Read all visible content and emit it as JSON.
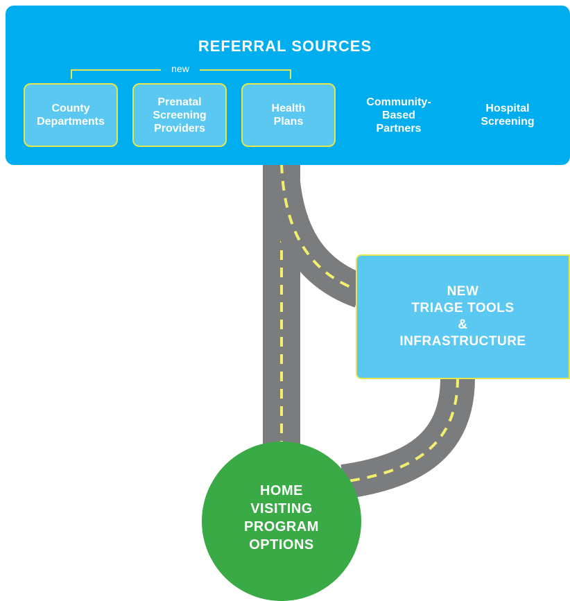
{
  "referral": {
    "title": "REFERRAL SOURCES",
    "new_label": "new",
    "sources": [
      {
        "label": "County\nDepartments",
        "is_new": true
      },
      {
        "label": "Prenatal\nScreening\nProviders",
        "is_new": true
      },
      {
        "label": "Health\nPlans",
        "is_new": true
      },
      {
        "label": "Community-\nBased\nPartners",
        "is_new": false
      },
      {
        "label": "Hospital\nScreening",
        "is_new": false
      }
    ]
  },
  "triage": {
    "label": "NEW\nTRIAGE TOOLS\n&\nINFRASTRUCTURE"
  },
  "destination": {
    "label": "HOME\nVISITING\nPROGRAM\nOPTIONS"
  },
  "colors": {
    "panel_blue": "#00aeef",
    "box_blue": "#5ac8f0",
    "highlight_yellow": "#e6e74a",
    "road_gray": "#7b7c7e",
    "lane_yellow": "#f2ef6e",
    "destination_green": "#3aaa47"
  }
}
